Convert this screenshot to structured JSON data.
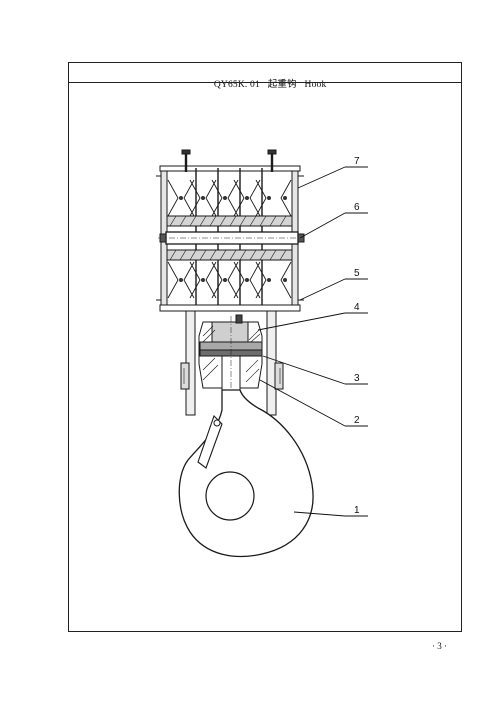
{
  "header": {
    "code": "QY65K. 01",
    "title_cn": "起重钩",
    "title_en": "Hook"
  },
  "callouts": [
    {
      "label": "7"
    },
    {
      "label": "6"
    },
    {
      "label": "5"
    },
    {
      "label": "4"
    },
    {
      "label": "3"
    },
    {
      "label": "2"
    },
    {
      "label": "1"
    }
  ],
  "page_number": "· 3 ·"
}
